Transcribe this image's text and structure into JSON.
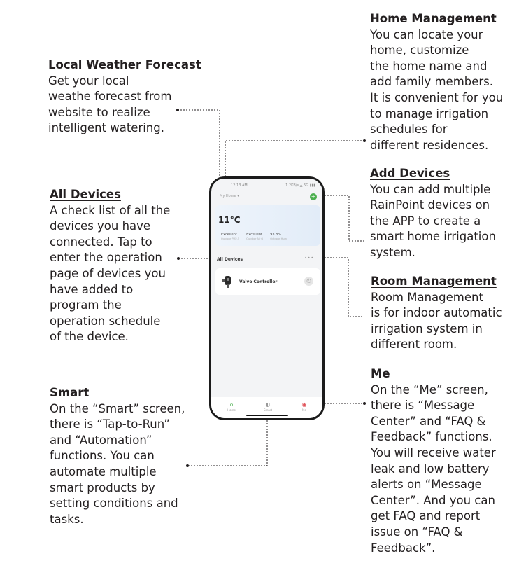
{
  "annotations": {
    "home_management": {
      "heading": "Home Management",
      "body": "You can locate your\nhome, customize\nthe home name and\nadd family members.\nIt is convenient for you\nto manage irrigation\nschedules for\ndifferent residences."
    },
    "local_weather": {
      "heading": "Local Weather Forecast",
      "body": "Get your local\nweathe forecast from\nwebsite to realize\nintelligent watering."
    },
    "add_devices": {
      "heading": "Add Devices",
      "body": "You can add multiple\nRainPoint devices on\nthe APP to create a\nsmart home irrigation\nsystem."
    },
    "all_devices": {
      "heading": "All Devices",
      "body": "A check list of all the\ndevices you have\nconnected. Tap to\nenter the operation\npage of devices you\nhave added to\nprogram the\noperation schedule\nof the device."
    },
    "room_management": {
      "heading": "Room Management",
      "body": "Room Management\nis for indoor automatic\nirrigation system in\ndifferent room."
    },
    "me": {
      "heading": "Me",
      "body": "On the “Me” screen,\nthere is “Message\nCenter” and “FAQ &\nFeedback” functions.\nYou will receive water\nleak and low battery\nalerts on “Message\nCenter”. And you can\nget FAQ and report\nissue on “FAQ &\nFeedback”."
    },
    "smart": {
      "heading": "Smart",
      "body": "On the “Smart” screen,\nthere is “Tap-to-Run”\nand “Automation”\nfunctions. You can\nautomate multiple\nsmart products by\nsetting conditions and\ntasks."
    }
  },
  "phone": {
    "status_time": "12:13 AM",
    "status_info": "1.2KB/s ▲ 5G ▮▮▮",
    "home_select": "My Home ▾",
    "add_button": "+",
    "temperature": "11°C",
    "metrics": [
      {
        "value": "Excellent",
        "sub": "Outdoor PM2.5"
      },
      {
        "value": "Excellent",
        "sub": "Outdoor Air Q"
      },
      {
        "value": "93.8%",
        "sub": "Outdoor Hum"
      }
    ],
    "all_devices_label": "All Devices",
    "more": "•••",
    "device_name": "Valve Controller",
    "tabs": {
      "home": "Home",
      "smart": "Smart",
      "me": "Me"
    }
  },
  "colors": {
    "accent": "#4caf50",
    "me_tab": "#e0545b",
    "text": "#231f20"
  }
}
